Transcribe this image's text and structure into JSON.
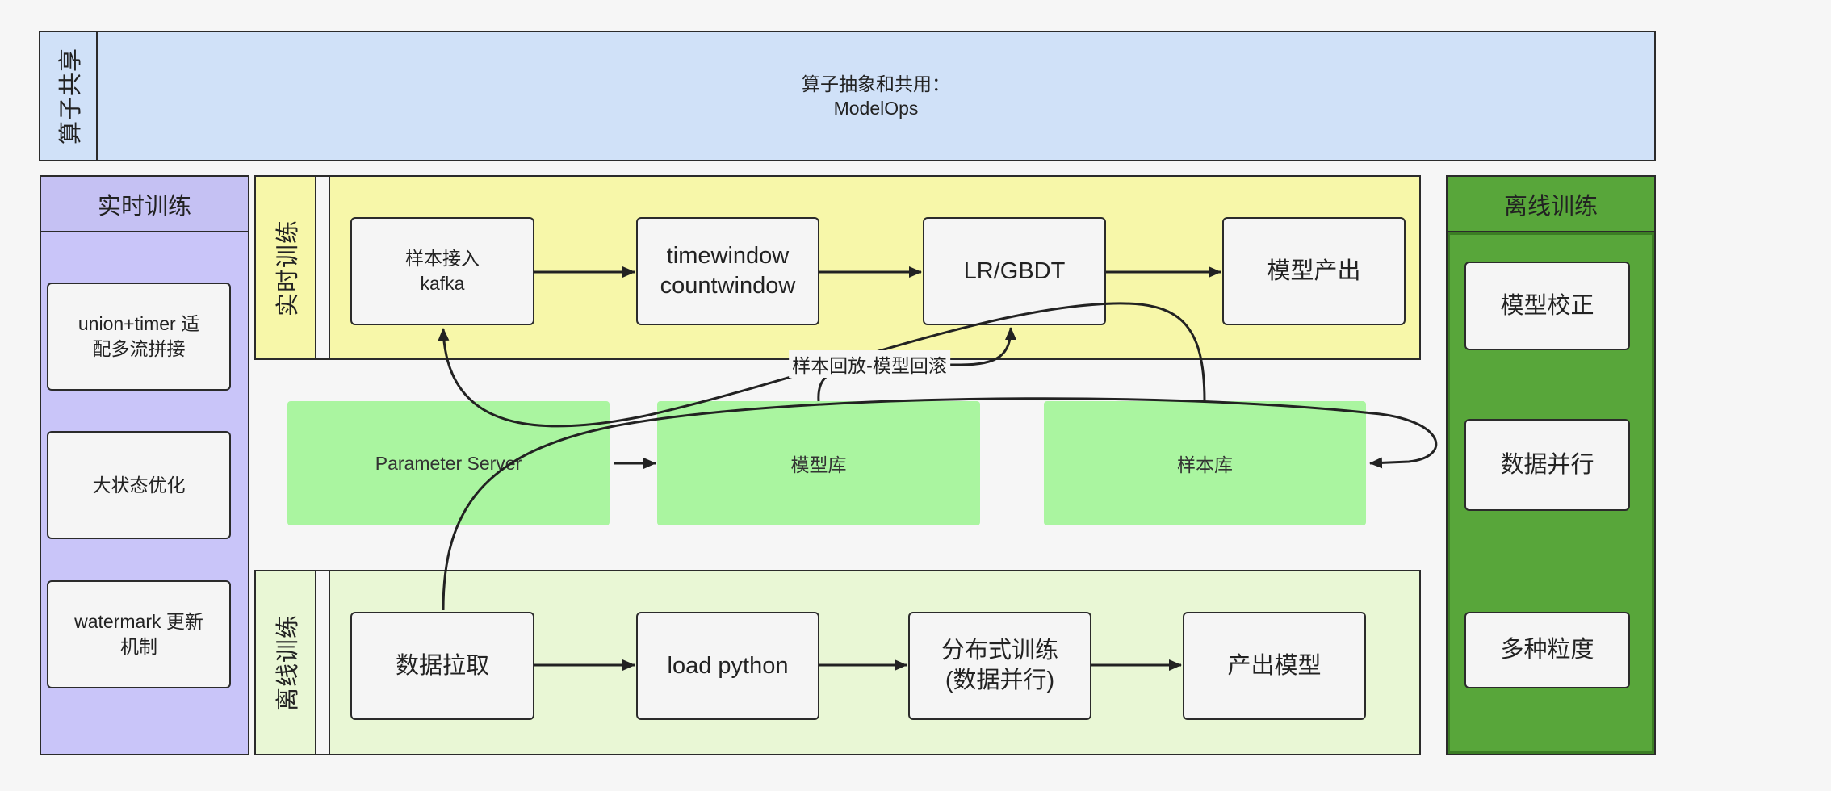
{
  "colors": {
    "page_bg": "#f6f6f6",
    "modelops_bg": "#d0e1f8",
    "realtime_panel_bg": "#c9c5f9",
    "realtime_panel_header_bg": "#c5c1f3",
    "offline_panel_bg": "#58a63a",
    "offline_panel_inner_border": "#3b7d24",
    "realtime_lane_bg": "#f7f7a9",
    "offline_lane_bg": "#e9f7d5",
    "store_bg": "#aaf5a0",
    "box_bg": "#f5f5f5",
    "border": "#2b2b2b"
  },
  "operator_sharing": {
    "label": "算子共享",
    "lines": [
      "算子抽象和共用：",
      "ModelOps"
    ]
  },
  "realtime_panel": {
    "title": "实时训练",
    "items": [
      {
        "lines": [
          "union+timer 适",
          "配多流拼接"
        ]
      },
      {
        "lines": [
          "大状态优化"
        ]
      },
      {
        "lines": [
          "watermark 更新",
          "机制"
        ]
      }
    ]
  },
  "offline_panel": {
    "title": "离线训练",
    "items": [
      "模型校正",
      "数据并行",
      "多种粒度"
    ]
  },
  "realtime_lane": {
    "label": "实时训练",
    "steps": [
      {
        "lines": [
          "样本接入",
          "kafka"
        ]
      },
      {
        "lines": [
          "timewindow",
          "countwindow"
        ]
      },
      {
        "lines": [
          "LR/GBDT"
        ]
      },
      {
        "lines": [
          "模型产出"
        ]
      }
    ]
  },
  "stores": [
    "Parameter Server",
    "模型库",
    "样本库"
  ],
  "offline_lane": {
    "label": "离线训练",
    "steps": [
      {
        "lines": [
          "数据拉取"
        ]
      },
      {
        "lines": [
          "load python"
        ]
      },
      {
        "lines": [
          "分布式训练",
          "(数据并行)"
        ]
      },
      {
        "lines": [
          "产出模型"
        ]
      }
    ]
  },
  "connector_label": "样本回放-模型回滚"
}
